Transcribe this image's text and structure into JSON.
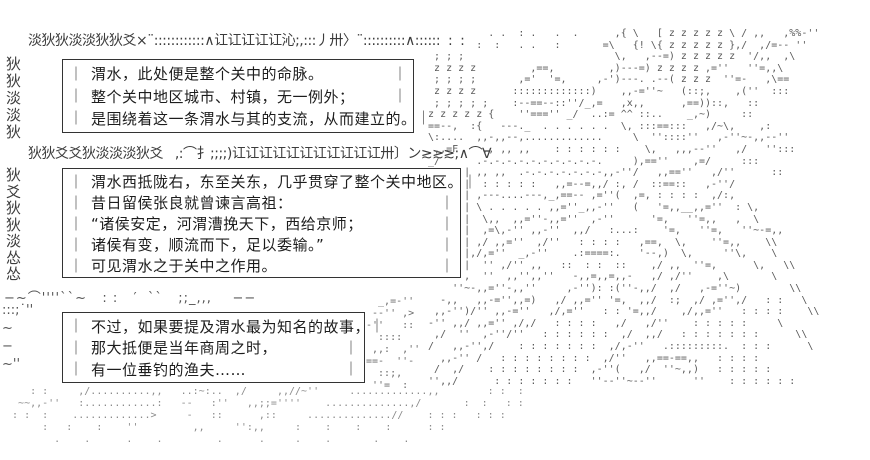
{
  "scene": {
    "background": "#ffffff",
    "ink_color": "#1d1d1d",
    "art_color": "#5a5a5a",
    "border_color": "#333333"
  },
  "dialogue": {
    "pipe": "｜",
    "boxes": [
      {
        "lines": [
          "渭水，此处便是整个关中的命脉。",
          "整个关中地区城市、村镇，无一例外；",
          "是围绕着这一条渭水与其的支流，从而建立的。"
        ]
      },
      {
        "lines": [
          "渭水西抵陇右，东至关东，几乎贯穿了整个关中地区。",
          "昔日留侯张良就曾谏言高祖：",
          "“诸侯安定，河渭漕挽天下，西给京师；",
          "诸侯有变，顺流而下，足以委输。”",
          "可见渭水之于关中之作用。"
        ]
      },
      {
        "lines": [
          "不过，如果要提及渭水最为知名的故事，",
          "那大抵便是当年商周之时，",
          "有一位垂钓的渔夫……"
        ]
      }
    ]
  },
  "aa": {
    "header_row_1": "淡狄狄淡淡狄狄爻×¨::::::::::::∧讧讧讧讧讧沁;,:::丿卅〉¨::::::::::∧::::::  :  :",
    "left_column_1": [
      "狄",
      "狄",
      "淡",
      "淡",
      "狄"
    ],
    "header_row_2": "狄狄爻爻狄淡淡淡狄爻   ,:⌒扌;;;;)讧讧讧讧讧讧讧讧讧讧讧卅〕ン≳≳≳;∧⌒∀",
    "left_column_2": [
      "狄",
      "爻",
      "狄",
      "狄",
      "淡",
      "怂",
      "怂"
    ],
    "wave_row": "−~⌒''''``~   : :   ′  ``   ;;_,,,    −−",
    "left_column_3": [
      ":::;˙''",
      "~",
      "−",
      "~''"
    ],
    "mid_art_rows": [
      "  _,=-''",
      " --'' ,>",
      "-''   ::",
      "  ::::",
      " ,,:  ,''",
      "==-  ''-",
      "  ::;,",
      " ''=  :"
    ],
    "right_art_rows": [
      "            . .  : .   .  .      ,{ \\   [ z z z z z \\ / ,,   ,%%-''",
      "          :  :   . .   :       =\\   {! \\{ z z z z z },/  ,/=-- ''",
      "   ; ; ;                         \\,   ,--=) z z z z z  '/,,  ,\\",
      "   z z z z         ,==,         ,)---=) z z z z ,=''   ''=,,\\",
      "   ; ; ; ;       ,='  '=,     ,-')---. .--( z z z  ''=-   ,\\==",
      "   z z z z      :::::::::::::)    ,,-=''~   (::;,    ,(''  :::",
      "   ; ; ; ; ;    :--==--::''/_,=   ,x,,      ,==))::,   ::",
      "  z z z z z {    ''==='' _/  ..:= ^^ ::..    _,~)     ::",
      "  ==--,  :{   ---._  . . . . . .  \\, :::==:::   ,/~\\,    ,:",
      "  \\:....  ,,-,,--,.............     \\  ''::::''   ,-''~-,,--''",
      "   ,,=F    ,, ,, ,,    : : : : : :    \\,   ,,,--''   ,/   '':::",
      "  _/      .-.-.-.-.-.-.-.-.-.-.     ),==''    ,=/     :::",
      "        | ,, ,,  .-.-.-.-.-.-.-,,-''/   ,,==''   ,/''      ::",
      "        |  : : : : :   ,,=--=,,/ :, /  ::==::   ,-''/",
      "        | ,---....---,_,==-- ,=''(  ,=, : : : :  ,/:,",
      "        | \\ . . . . . ,,=''_,,-''   (   '=,,__,,=''  : \\,",
      "        |  \\,,  ,,=''-,,=''  ,-''      '=,   ''=,,   ,  \\",
      "        |  ,=\\,-'' ,,-''  ,,/   :...:    '=,   ''=,   ''~-=,,",
      "        | ,/ ,,=''  ,/''   : : : :   ,==,  \\,    ''=,,    \\\\",
      "        |,/,=''  _,-''    .:====:.   '--,)  \\,     ''\\,    \\",
      "        |  '' ,/'' ,,   ::  : :  ::    ,/ ,,  ''=,      \\,   \\\\",
      "        ,  ''  ,,'',,''   -,,=,,=,,-   ,/ ,/''    ,\\       \\",
      "      ''~-,,=''-,,''     ,-''): :(''-,,/  ,/   ,-=''~)        \\\\",
      "    -,,   ,,-='',,=)   ,/ ,,='' '=,  ,,/  :;  ,/ ,='',/   : :   \\",
      "   ,,-'')/'' ,,-=''   ,/,=''   : : '=,,/    ,/,,=''   : : : :    \\\\",
      "  -'' ,,/ ,,='' ,/,/   : : : :   ,/   ,/''    : : : : :     \\",
      "   ,/  ''  ,-''/''   : : : : : :  ,/  ,,/   : : : : : : :      \\\\",
      "  /   ,,-'',/    : : : : : : :  ,/,-''   .:::::::::.  : : :      \\",
      "    ,,-'' /   : : : : : : : :  ,/''   ,,==-==,,   : : : :",
      "   /  ,/    : : : : : : : :  ,-''(   ,/  ''~,,)   : : : : :",
      "  '',,/      : : : : : : :   ''--''~--''      ''    : : : : : :"
    ],
    "bottom_art_rows": [
      "     : :     ,/..........,,   ..:~:..  ,/     ,,//~''     .............,,        : :  :",
      "   ~~,,-''   :............:   --   :''   ,,;;=''''    ..............,/       :  :   : :",
      "  : :  :    .............>     -   ::      ,::     ..............//    : : :   : : :",
      "       :   :    :    ''         ,,     '':,,     :    :    :    :      : :",
      "         .    .      .    .         .      .     .    .       .    .",
      ""
    ]
  }
}
